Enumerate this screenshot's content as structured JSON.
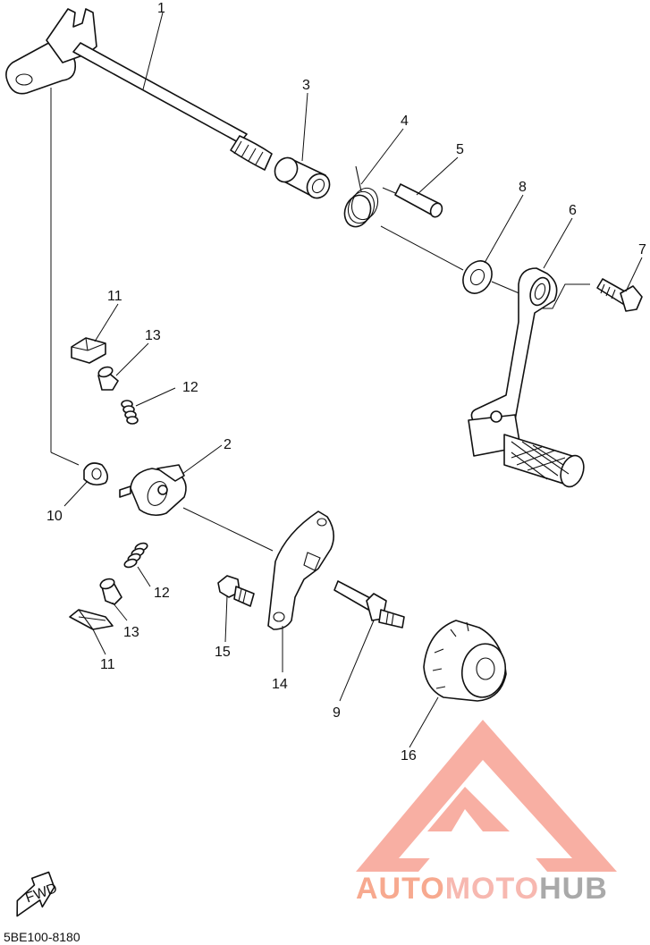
{
  "diagram": {
    "labels": [
      "1",
      "2",
      "3",
      "4",
      "5",
      "6",
      "7",
      "8",
      "9",
      "10",
      "11",
      "11",
      "12",
      "12",
      "13",
      "13",
      "14",
      "15",
      "16"
    ],
    "fwd": "FWD",
    "code": "5BE100-8180"
  },
  "watermark": {
    "part1": "AUTO",
    "part2": "MOTO",
    "part3": "HUB",
    "colors": {
      "logo": "#f58c7f",
      "auto": "#f7a98f",
      "moto": "#f7b8b0",
      "hub": "#a9a9a9"
    }
  }
}
